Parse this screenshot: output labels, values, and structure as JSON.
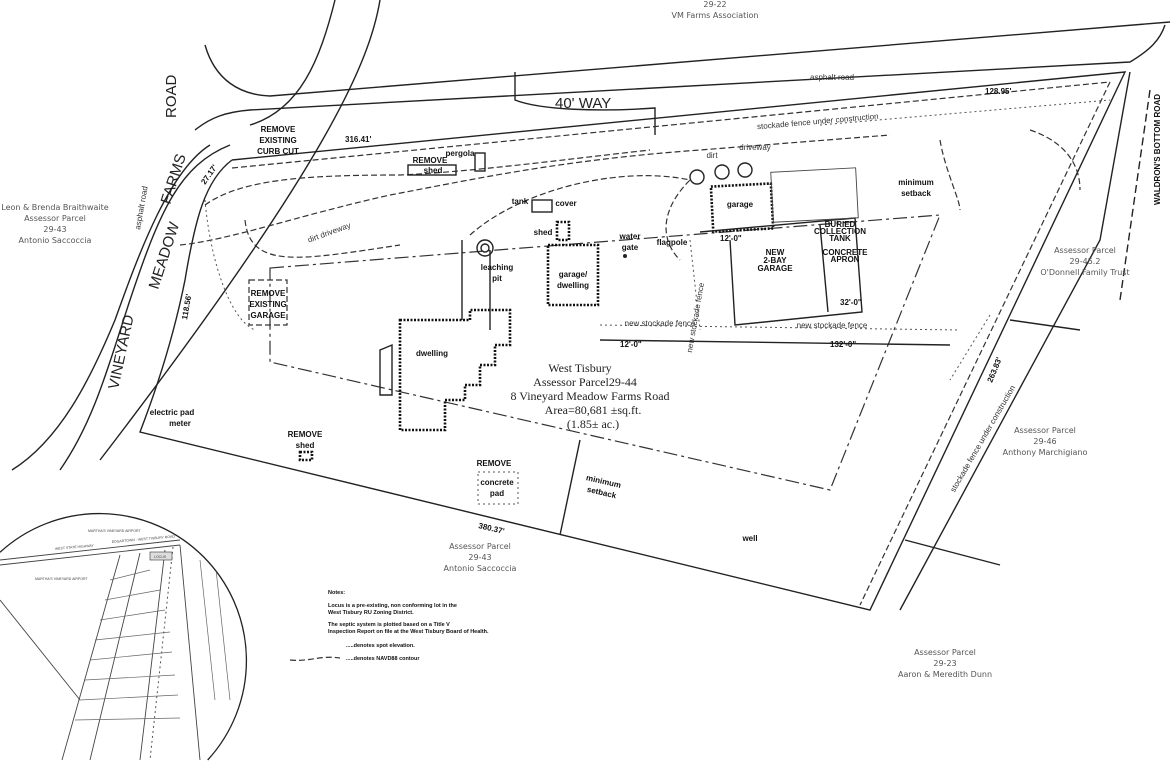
{
  "title": {
    "line1": "West Tisbury",
    "line2": "Assessor Parcel29-44",
    "line3": "8 Vineyard Meadow Farms Road",
    "line4": "Area=80,681 ±sq.ft.",
    "line5": "(1.85± ac.)"
  },
  "roads": {
    "vineyard": "VINEYARD",
    "meadow": "MEADOW",
    "farms": "FARMS",
    "road": "ROAD",
    "way": "40' WAY",
    "waldron": "WALDRON'S BOTTOM ROAD",
    "asphalt_road": "asphalt road",
    "asphalt_road_left": "asphalt road"
  },
  "dimensions": {
    "north": "316.41'",
    "north_east": "128.95'",
    "west_top": "27.17'",
    "west": "118.56'",
    "east": "263.83'",
    "south": "380.37'",
    "d1": "12'-0\"",
    "d2": "132'-0\"",
    "d3": "12'-0\"",
    "d4": "32'-0\""
  },
  "neighbors": [
    {
      "l1": "29-22",
      "l2": "VM Farms Association"
    },
    {
      "l1": "Leon & Brenda Braithwaite",
      "l2": "Assessor Parcel",
      "l3": "29-43",
      "l4": "Antonio Saccoccia"
    },
    {
      "l1": "Assessor Parcel",
      "l2": "29-45.2",
      "l3": "O'Donnell Family Trust"
    },
    {
      "l1": "Assessor Parcel",
      "l2": "29-46",
      "l3": "Anthony Marchigiano"
    },
    {
      "l1": "Assessor Parcel",
      "l2": "29-43",
      "l3": "Antonio Saccoccia"
    },
    {
      "l1": "Assessor Parcel",
      "l2": "29-23",
      "l3": "Aaron & Meredith Dunn"
    }
  ],
  "labels": {
    "remove_curb_1": "REMOVE",
    "remove_curb_2": "EXISTING",
    "remove_curb_3": "CURB CUT",
    "remove_shed": "REMOVE",
    "shed": "shed",
    "pergola": "pergola",
    "dirt_driveway": "dirt driveway",
    "dirt": "dirt",
    "driveway": "driveway",
    "tank": "tank",
    "cover": "cover",
    "shed2": "shed",
    "water": "water",
    "gate": "gate",
    "flagpole": "flagpole",
    "leaching": "leaching",
    "pit": "pit",
    "garage_dwelling_1": "garage/",
    "garage_dwelling_2": "dwelling",
    "garage": "garage",
    "new_garage_1": "NEW",
    "new_garage_2": "2-BAY",
    "new_garage_3": "GARAGE",
    "buried_1": "BURIED",
    "buried_2": "COLLECTION",
    "buried_3": "TANK",
    "concrete_1": "CONCRETE",
    "concrete_2": "APRON",
    "min_setback_1": "minimum",
    "min_setback_2": "setback",
    "remove_garage_1": "REMOVE",
    "remove_garage_2": "EXISTING",
    "remove_garage_3": "GARAGE",
    "dwelling": "dwelling",
    "electric_pad": "electric pad",
    "meter": "meter",
    "remove_shed2": "REMOVE",
    "shed3": "shed",
    "remove_pad": "REMOVE",
    "concrete_pad_1": "concrete",
    "concrete_pad_2": "pad",
    "min_setback2_1": "minimum",
    "min_setback2_2": "setback",
    "well": "well",
    "stockade_top": "stockade fence under construction",
    "stockade_east": "stockade fence under construction",
    "new_fence_1": "new stockade fence",
    "new_fence_2": "new stockade fence",
    "new_fence_v": "new stockade fence"
  },
  "notes": {
    "heading": "Notes:",
    "n1a": "Locus is a pre-existing, non conforming lot in the",
    "n1b": "West Tisbury RU Zoning District.",
    "n2a": "The septic system is plotted based on a Title V",
    "n2b": "Inspection Report on file at the West Tisbury Board of Health.",
    "n3": ".....denotes spot elevation.",
    "n4": ".....denotes NAVD88 contour"
  },
  "locus_map": {
    "airport_top": "MARTHA'S VINEYARD AIRPORT",
    "state_hwy": "WEST STATE HIGHWAY",
    "edg_road": "EDGARTOWN - WEST TISBURY ROAD",
    "locus": "LOCUS",
    "airport_left": "MARTHA'S VINEYARD AIRPORT"
  }
}
